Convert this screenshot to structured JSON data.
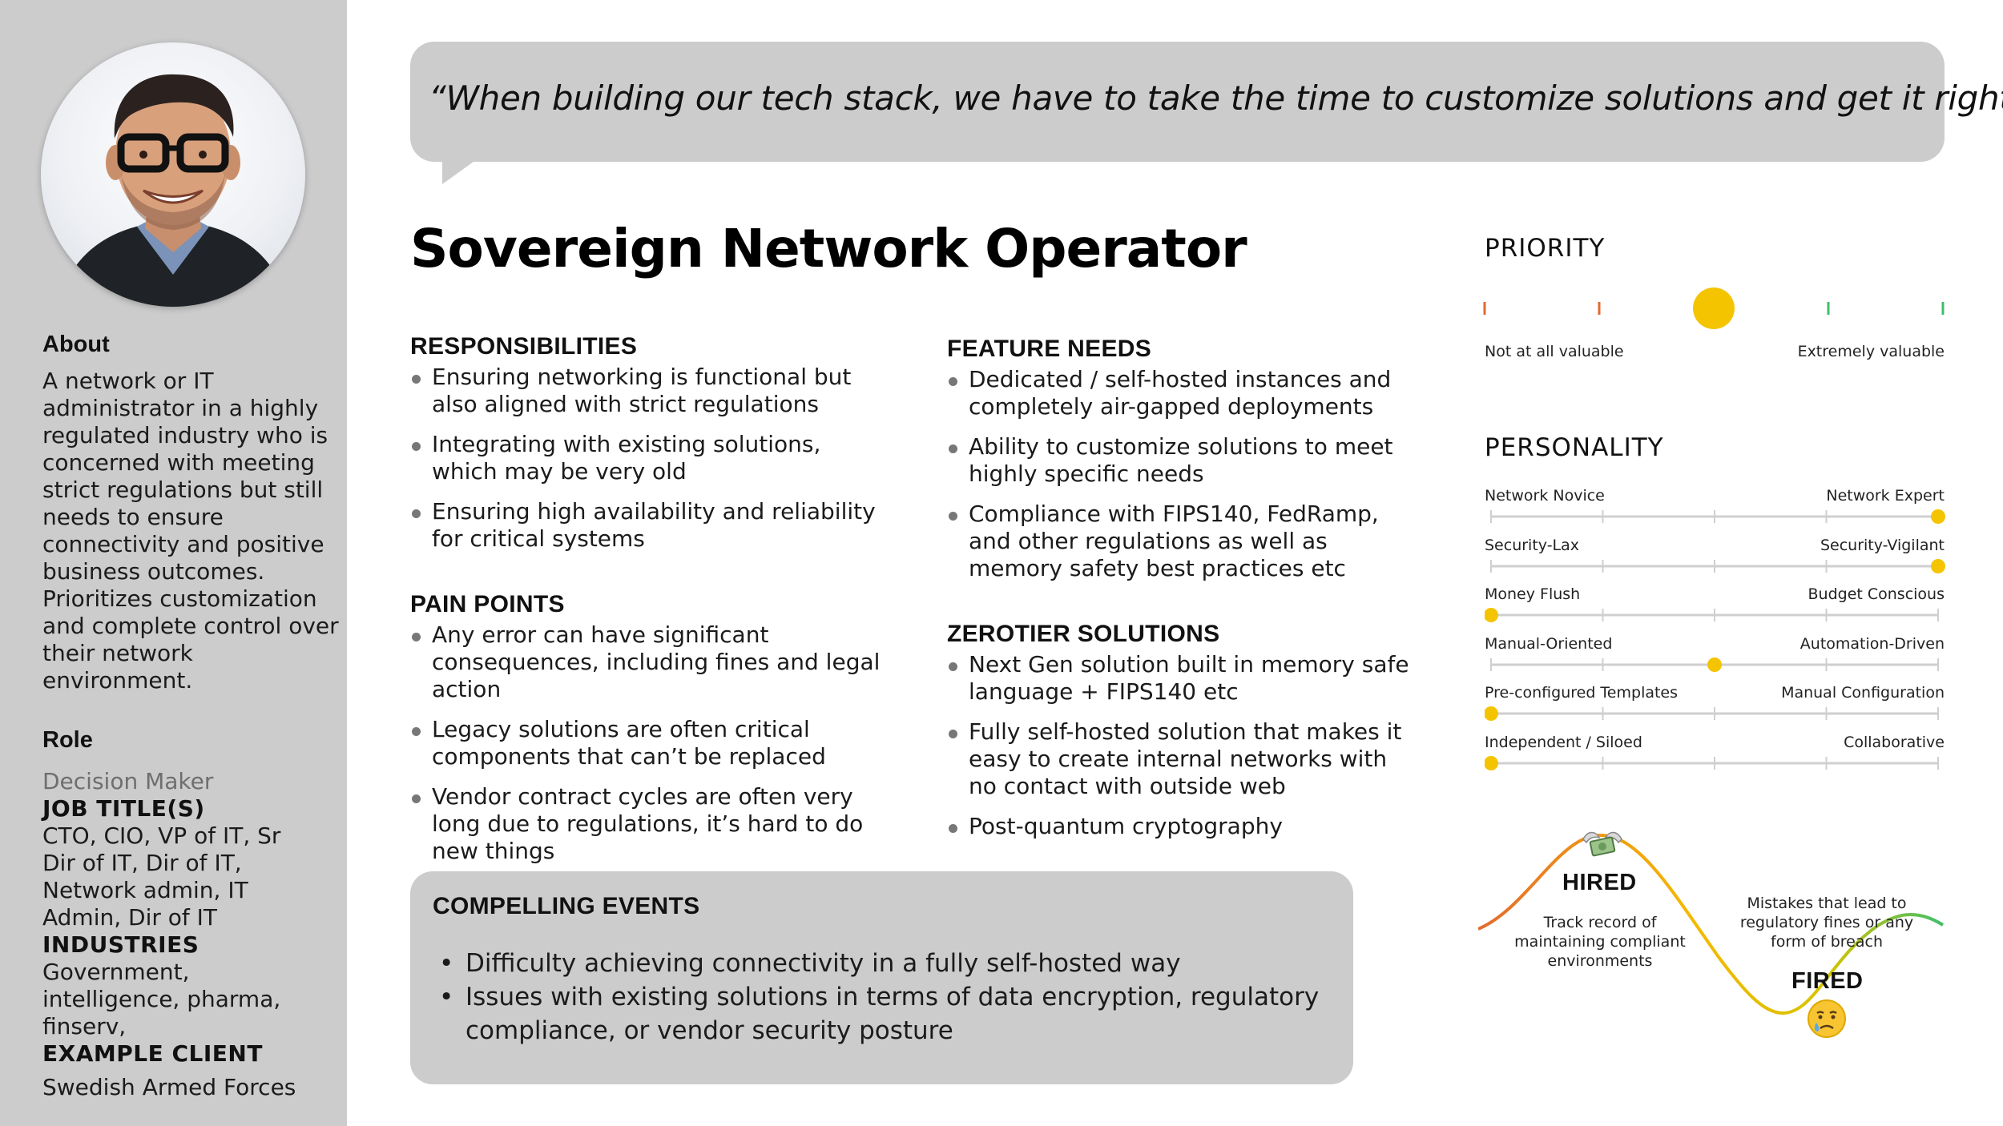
{
  "sidebar": {
    "about_heading": "About",
    "about_text": "A network or IT administrator in a highly regulated industry who is concerned with meeting strict regulations but still needs to ensure connectivity and positive business outcomes. Prioritizes customization and complete control over their network environment.",
    "role_heading": "Role",
    "role_value": "Decision Maker",
    "job_titles_label": "JOB TITLE(S)",
    "job_titles_value": "CTO, CIO, VP of IT, Sr Dir of IT, Dir of IT, Network admin, IT Admin, Dir of IT",
    "industries_label": "INDUSTRIES",
    "industries_value": "Government, intelligence, pharma, finserv,",
    "example_client_label": "EXAMPLE CLIENT",
    "example_client_value": "Swedish Armed Forces"
  },
  "quote": "“When building our tech stack, we have to take the time to customize solutions and get it right.”",
  "title": "Sovereign Network Operator",
  "responsibilities": {
    "heading": "RESPONSIBILITIES",
    "items": [
      "Ensuring networking is functional but also aligned with strict regulations",
      "Integrating with existing solutions, which may be very old",
      "Ensuring high availability and reliability for critical systems"
    ]
  },
  "pain_points": {
    "heading": "PAIN POINTS",
    "items": [
      "Any error can have significant consequences, including fines and legal action",
      "Legacy solutions are often critical components that can’t be replaced",
      "Vendor contract cycles are often very long due to regulations, it’s hard to do new things"
    ]
  },
  "feature_needs": {
    "heading": "FEATURE NEEDS",
    "items": [
      "Dedicated / self-hosted instances and completely air-gapped deployments",
      "Ability to customize solutions to meet highly specific needs",
      "Compliance with FIPS140, FedRamp, and other regulations as well as memory safety best practices etc"
    ]
  },
  "zerotier_solutions": {
    "heading": "ZEROTIER SOLUTIONS",
    "items": [
      "Next Gen solution built in memory safe language + FIPS140 etc",
      "Fully self-hosted solution that makes it easy to create internal networks with no contact with outside web",
      "Post-quantum cryptography"
    ]
  },
  "compelling_events": {
    "heading": "COMPELLING EVENTS",
    "items": [
      "Difficulty achieving connectivity in a fully self-hosted way",
      "Issues with existing solutions in terms of data encryption, regulatory compliance, or vendor security posture"
    ]
  },
  "priority": {
    "heading": "PRIORITY",
    "left_label": "Not at all valuable",
    "right_label": "Extremely valuable",
    "level": 0.5,
    "colors": {
      "low": "#e46a2e",
      "mid": "#f5c400",
      "high": "#3fbf6a",
      "marker": "#f5c400"
    }
  },
  "personality": {
    "heading": "PERSONALITY",
    "marker_color": "#f5c400",
    "sliders": [
      {
        "left": "Network Novice",
        "right": "Network Expert",
        "level": 1.0
      },
      {
        "left": "Security-Lax",
        "right": "Security-Vigilant",
        "level": 1.0
      },
      {
        "left": "Money Flush",
        "right": "Budget Conscious",
        "level": 0.0
      },
      {
        "left": "Manual-Oriented",
        "right": "Automation-Driven",
        "level": 0.5
      },
      {
        "left": "Pre-configured Templates",
        "right": "Manual Configuration",
        "level": 0.0
      },
      {
        "left": "Independent / Siloed",
        "right": "Collaborative",
        "level": 0.0
      }
    ]
  },
  "hired_fired": {
    "hired_label": "HIRED",
    "hired_text": "Track record of maintaining compliant environments",
    "hired_icon": "money-wings-icon",
    "fired_label": "FIRED",
    "fired_text": "Mistakes that lead to regulatory fines or any form of breach",
    "fired_icon": "crying-face-icon"
  }
}
